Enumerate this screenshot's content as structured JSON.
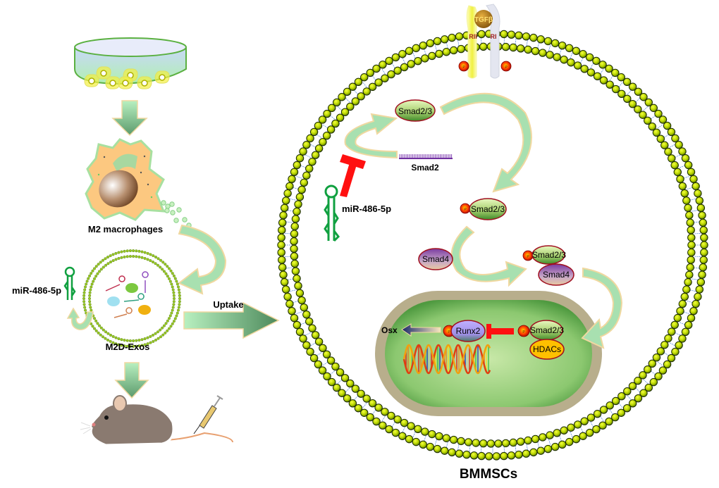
{
  "figure": {
    "left_panel": {
      "culture_dish_label": "",
      "macrophage_label": "M2 macrophages",
      "exosome_label": "M2D-Exos",
      "mirna_label": "miR-486-5p",
      "uptake_label": "Uptake"
    },
    "cell": {
      "label": "BMMSCs",
      "receptor": {
        "ligand": "TGFβ",
        "receptor_ii": "RII",
        "receptor_i": "RI"
      },
      "phospho_label": "P",
      "smad23_label": "Smad2/3",
      "smad2_mrna_label": "Smad2",
      "mirna_label": "miR-486-5p",
      "smad4_label": "Smad4",
      "nucleus": {
        "runx2_label": "Runx2",
        "hdacs_label": "HDACs",
        "osx_label": "Osx",
        "smad23_label": "Smad2/3"
      }
    },
    "colors": {
      "membrane_head": "#b8d400",
      "membrane_tail": "#4a7fd0",
      "arrow_fill": "#a8e0b0",
      "arrow_dark": "#5c9a6c",
      "inhibit": "#ff1010",
      "phospho": "#e02000",
      "smad_green": "#a8d070",
      "smad4_purple": "#8a4aa8",
      "runx2_purple": "#a890e8",
      "hdacs_orange": "#ffc000",
      "nucleus_green": "#8cc870",
      "nucleus_envelope": "#b8ae8c",
      "mirna_green": "#10a040"
    }
  }
}
